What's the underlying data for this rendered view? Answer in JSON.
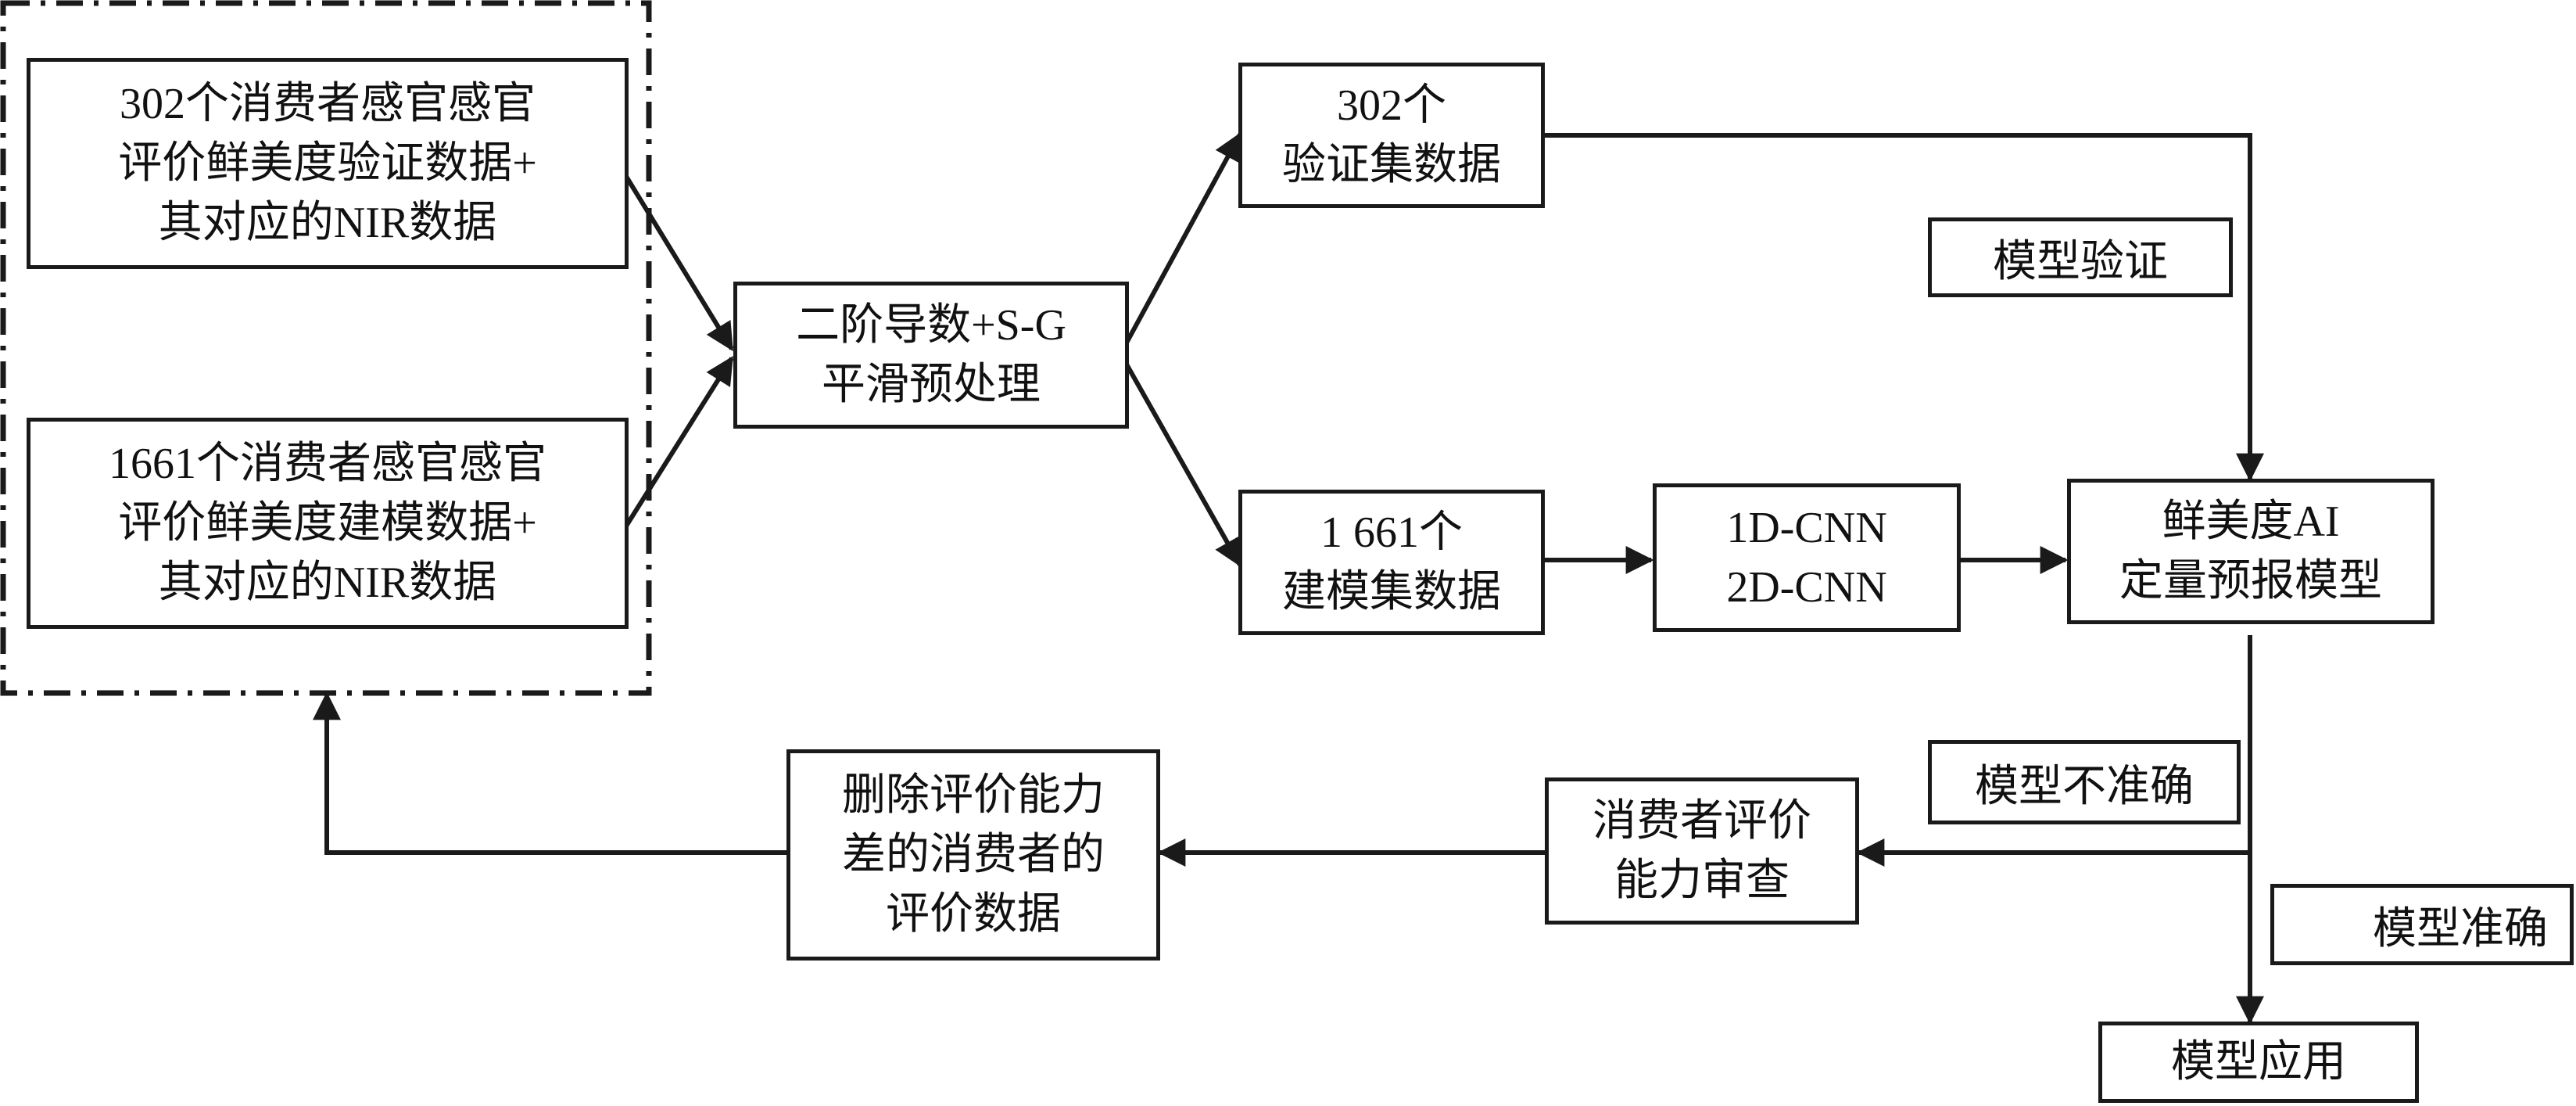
{
  "boxes": {
    "validation_source": [
      "302个消费者感官感官",
      "评价鲜美度验证数据+",
      "其对应的NIR数据"
    ],
    "modeling_source": [
      "1661个消费者感官感官",
      "评价鲜美度建模数据+",
      "其对应的NIR数据"
    ],
    "preprocess": [
      "二阶导数+S-G",
      "平滑预处理"
    ],
    "validation_set": [
      "302个",
      "验证集数据"
    ],
    "modeling_set": [
      "1 661个",
      "建模集数据"
    ],
    "cnn": [
      "1D-CNN",
      "2D-CNN"
    ],
    "ai_model": [
      "鲜美度AI",
      "定量预报模型"
    ],
    "review": [
      "消费者评价",
      "能力审查"
    ],
    "delete": [
      "删除评价能力",
      "差的消费者的",
      "评价数据"
    ],
    "application": "模型应用"
  },
  "labels": {
    "model_validation": "模型验证",
    "model_inaccurate": "模型不准确",
    "model_accurate": "模型准确"
  }
}
